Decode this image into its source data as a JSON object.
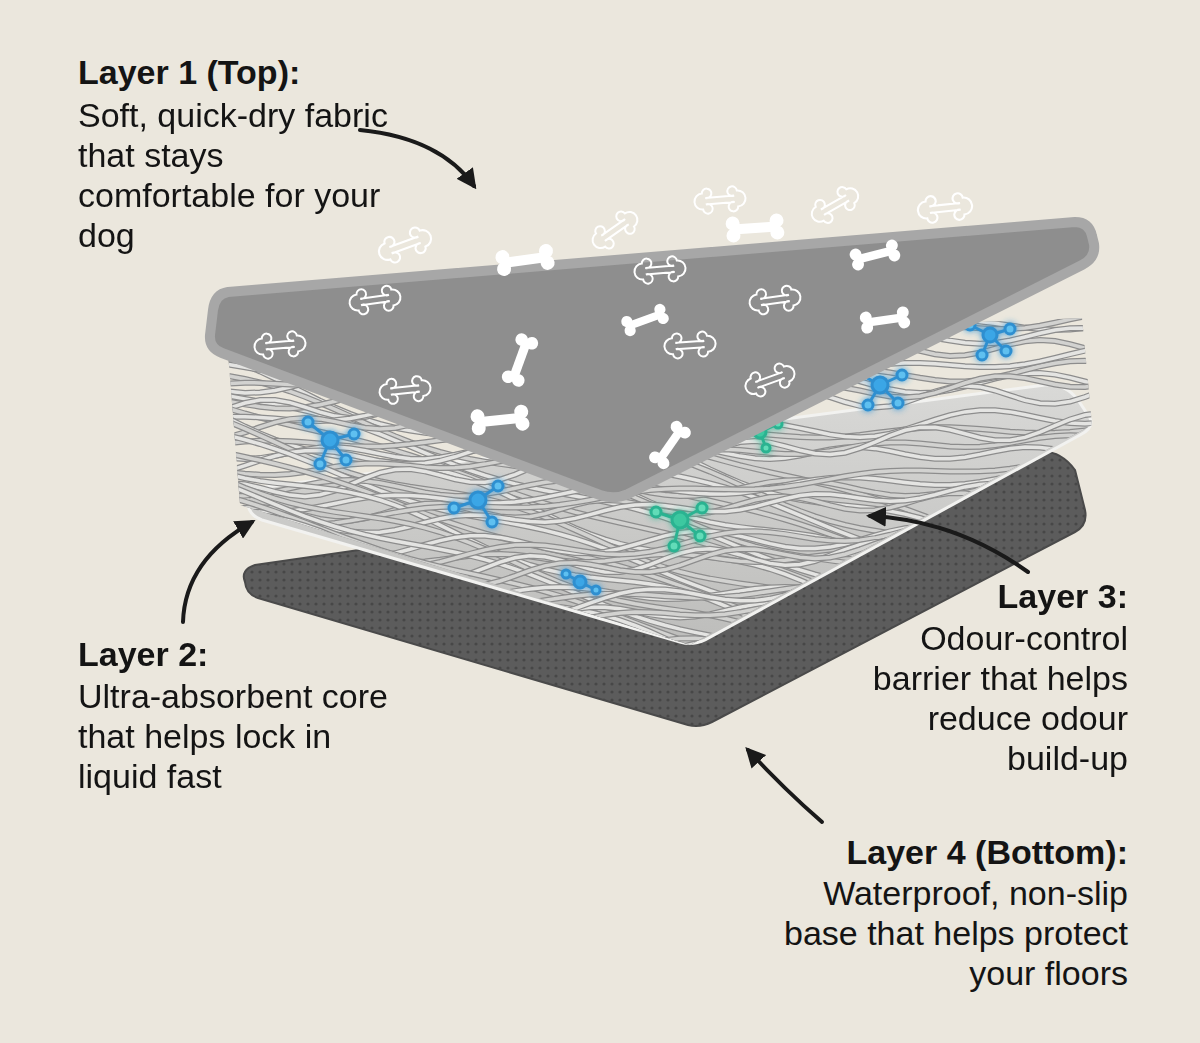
{
  "diagram": {
    "labels": [
      "Layer 1 (Top):",
      "Soft, quick-dry fabric that stays comfortable for your dog",
      "Layer 2:",
      "Ultra-absorbent core that helps lock in liquid fast",
      "Layer 3:",
      "Odour-control barrier that helps reduce odour build-up",
      "Layer 4 (Bottom):",
      "Waterproof, non-slip base that helps protect your floors"
    ]
  }
}
